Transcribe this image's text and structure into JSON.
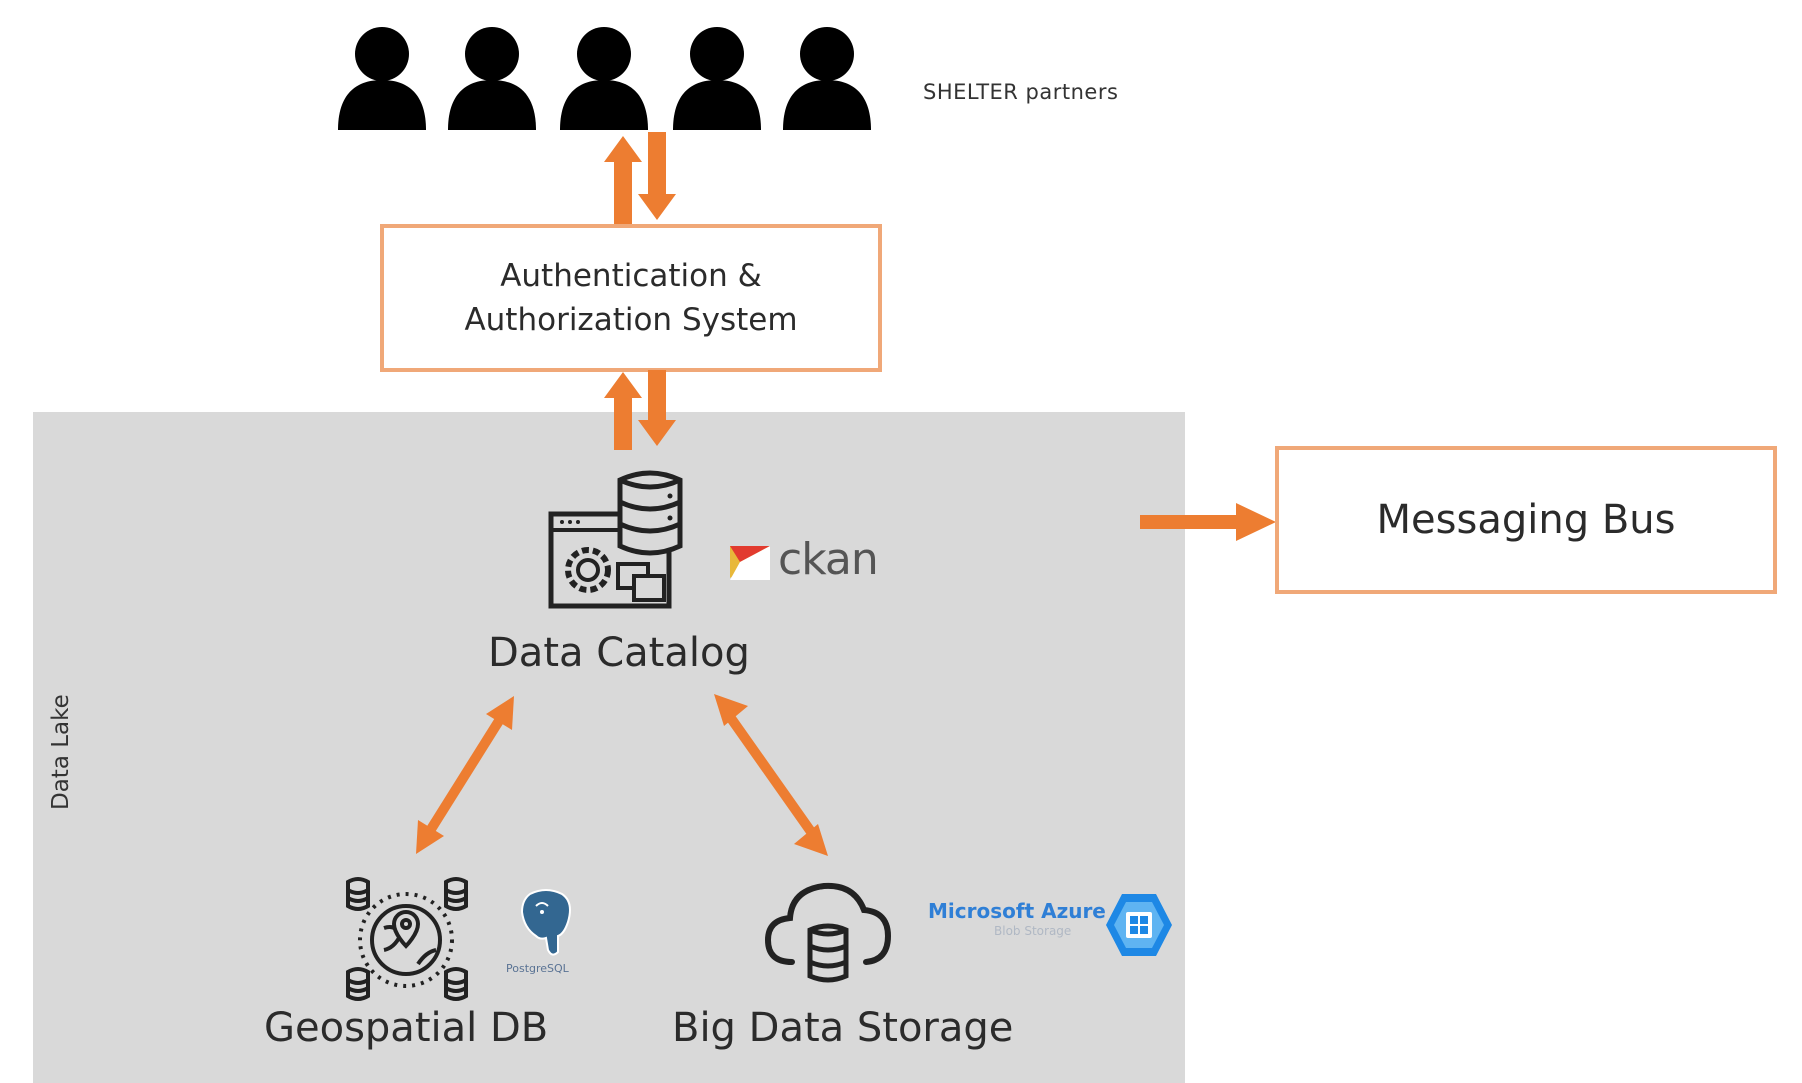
{
  "partners": {
    "label": "SHELTER partners",
    "count": 5,
    "icon": "user-icon"
  },
  "auth_box": {
    "line1": "Authentication &",
    "line2": "Authorization System"
  },
  "messaging_bus": {
    "label": "Messaging Bus"
  },
  "data_lake": {
    "label": "Data Lake"
  },
  "data_catalog": {
    "label": "Data Catalog",
    "icon": "catalog-database-gear-icon",
    "logo_text": "ckan"
  },
  "geospatial_db": {
    "label": "Geospatial DB",
    "icon": "geospatial-database-icon",
    "logo_text": "PostgreSQL"
  },
  "big_data_storage": {
    "label": "Big Data Storage",
    "icon": "cloud-database-icon",
    "logo_text": "Microsoft Azure",
    "logo_subtext": "Blob Storage"
  },
  "colors": {
    "arrow": "#ed7d31",
    "box_border": "#f0a878",
    "lake_bg": "#d9d9d9",
    "azure": "#2f7fd6"
  }
}
